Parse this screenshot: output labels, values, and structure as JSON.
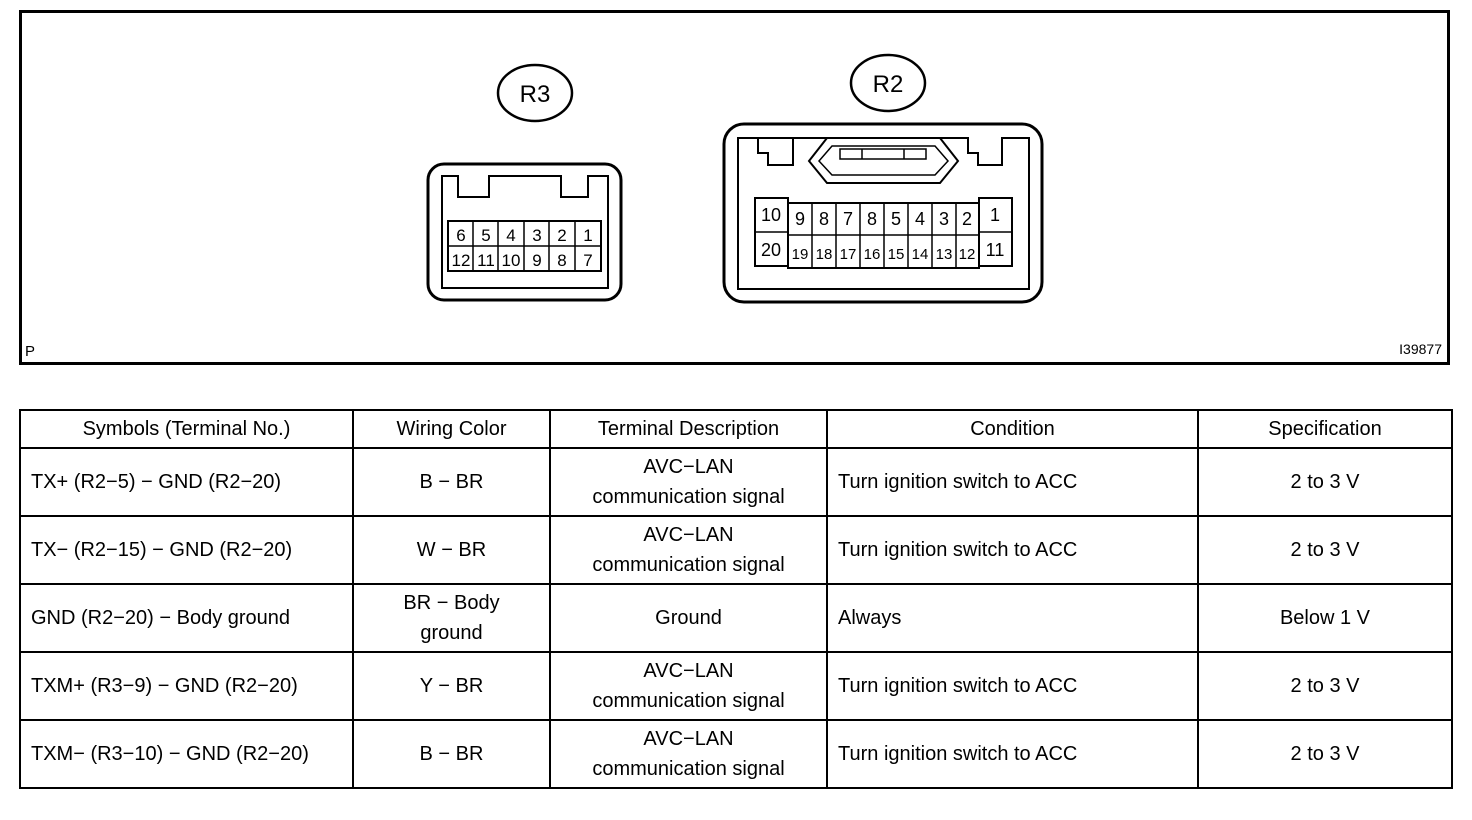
{
  "diagram": {
    "r3": {
      "label": "R3",
      "top_pins": [
        "6",
        "5",
        "4",
        "3",
        "2",
        "1"
      ],
      "bottom_pins": [
        "12",
        "11",
        "10",
        "9",
        "8",
        "7"
      ]
    },
    "r2": {
      "label": "R2",
      "left_col": [
        "10",
        "20"
      ],
      "top_pins": [
        "9",
        "8",
        "7",
        "8",
        "5",
        "4",
        "3",
        "2"
      ],
      "bottom_pins": [
        "19",
        "18",
        "17",
        "16",
        "15",
        "14",
        "13",
        "12"
      ],
      "right_col": [
        "1",
        "11"
      ]
    },
    "corner_left": "P",
    "corner_right": "I39877"
  },
  "table": {
    "headers": [
      "Symbols (Terminal No.)",
      "Wiring Color",
      "Terminal Description",
      "Condition",
      "Specification"
    ],
    "rows": [
      {
        "symbol": "TX+ (R2−5) − GND (R2−20)",
        "color": "B − BR",
        "desc_1": "AVC−LAN",
        "desc_2": "communication signal",
        "condition": "Turn ignition switch to ACC",
        "spec": "2 to 3 V"
      },
      {
        "symbol": "TX− (R2−15) − GND (R2−20)",
        "color": "W − BR",
        "desc_1": "AVC−LAN",
        "desc_2": "communication signal",
        "condition": "Turn ignition switch to ACC",
        "spec": "2 to 3 V"
      },
      {
        "symbol": "GND (R2−20) − Body ground",
        "color_1": "BR − Body",
        "color_2": "ground",
        "desc": "Ground",
        "condition": "Always",
        "spec": "Below 1 V"
      },
      {
        "symbol": "TXM+ (R3−9) − GND (R2−20)",
        "color": "Y − BR",
        "desc_1": "AVC−LAN",
        "desc_2": "communication signal",
        "condition": "Turn ignition switch to ACC",
        "spec": "2 to 3 V"
      },
      {
        "symbol": "TXM− (R3−10) − GND (R2−20)",
        "color": "B − BR",
        "desc_1": "AVC−LAN",
        "desc_2": "communication signal",
        "condition": "Turn ignition switch to ACC",
        "spec": "2 to 3 V"
      }
    ]
  }
}
